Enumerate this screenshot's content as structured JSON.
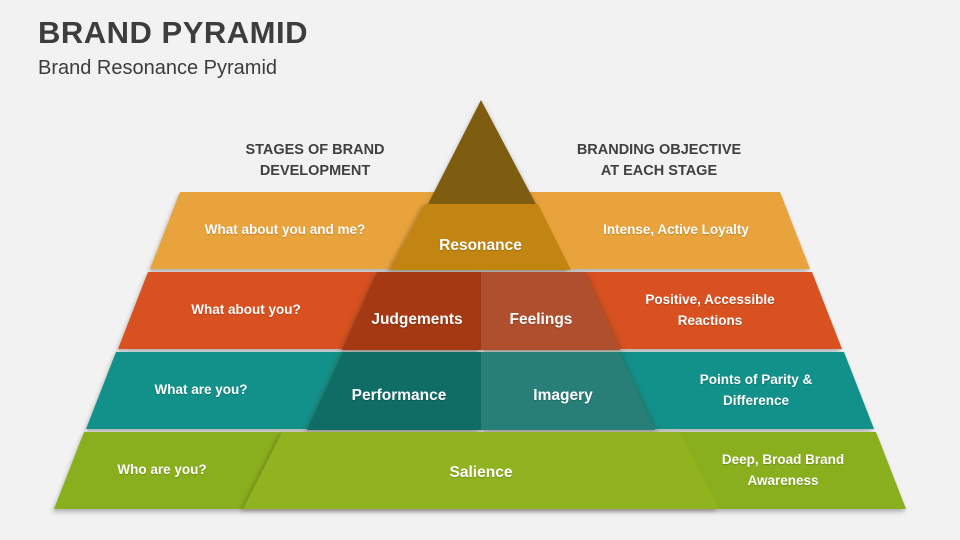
{
  "slide": {
    "title": "BRAND PYRAMID",
    "subtitle": "Brand Resonance Pyramid",
    "columns": {
      "left_header": "STAGES OF BRAND\nDEVELOPMENT",
      "right_header": "BRANDING OBJECTIVE\nAT EACH STAGE"
    }
  },
  "pyramid": {
    "apex_color": "#7E5D11",
    "levels": [
      {
        "question": "What about you and me?",
        "objective": "Intense, Active Loyalty",
        "segments": [
          "Resonance"
        ],
        "band_color": "#E8A33C",
        "segment_colors": [
          "#C28511"
        ]
      },
      {
        "question": "What about you?",
        "objective": "Positive, Accessible Reactions",
        "segments": [
          "Judgements",
          "Feelings"
        ],
        "band_color": "#D95120",
        "segment_colors": [
          "#A43913",
          "#AF4F2D"
        ]
      },
      {
        "question": "What are you?",
        "objective": "Points of Parity & Difference",
        "segments": [
          "Performance",
          "Imagery"
        ],
        "band_color": "#12918A",
        "segment_colors": [
          "#0F6D66",
          "#277F77"
        ]
      },
      {
        "question": "Who are you?",
        "objective": "Deep, Broad Brand Awareness",
        "segments": [
          "Salience"
        ],
        "band_color": "#8AAF1E",
        "segment_colors": [
          "#90B31F"
        ]
      }
    ]
  },
  "colors": {
    "background": "#F2F2F3",
    "title_text": "#3D3D3D",
    "header_text": "#404040",
    "label_text": "#FFFFFF"
  }
}
